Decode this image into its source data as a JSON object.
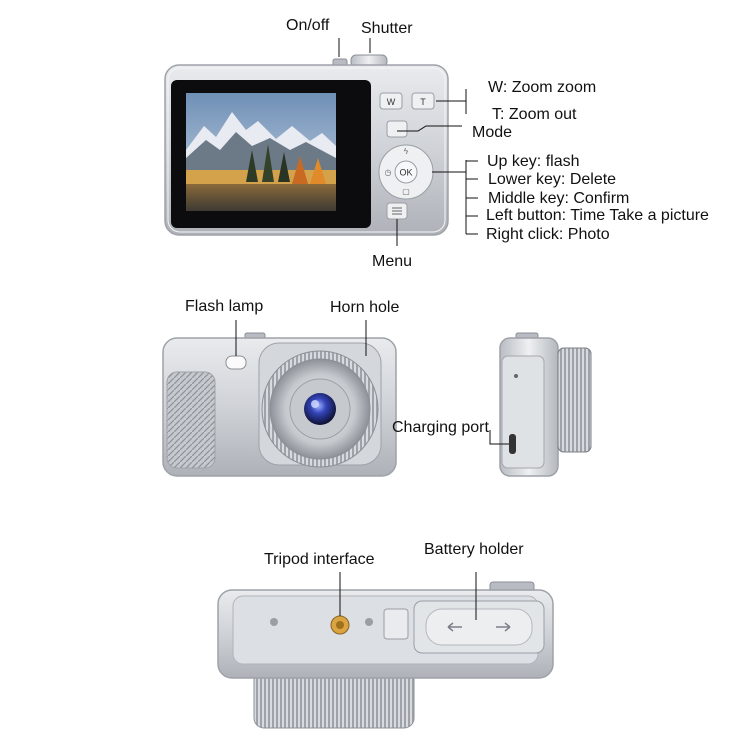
{
  "back_view": {
    "top_labels": {
      "on_off": "On/off",
      "shutter": "Shutter"
    },
    "right_labels": {
      "zoom_w": "W: Zoom zoom",
      "zoom_t": "T: Zoom out",
      "mode": "Mode",
      "up_key": "Up key: flash",
      "lower_key": "Lower key: Delete",
      "middle_key": "Middle key: Confirm",
      "left_button": "Left button: Time Take a picture",
      "right_click": "Right click: Photo"
    },
    "bottom_label": "Menu",
    "button_glyphs": {
      "w": "W",
      "t": "T",
      "ok": "OK"
    }
  },
  "front_view": {
    "flash_lamp": "Flash lamp",
    "horn_hole": "Horn hole"
  },
  "side_view": {
    "charging_port": "Charging port"
  },
  "bottom_view": {
    "tripod_interface": "Tripod interface",
    "battery_holder": "Battery holder"
  },
  "colors": {
    "body_silver": "#c9ccd1",
    "body_dark": "#9a9ea5",
    "lens_blue": "#2a35a0",
    "tripod_gold": "#d9a441"
  }
}
